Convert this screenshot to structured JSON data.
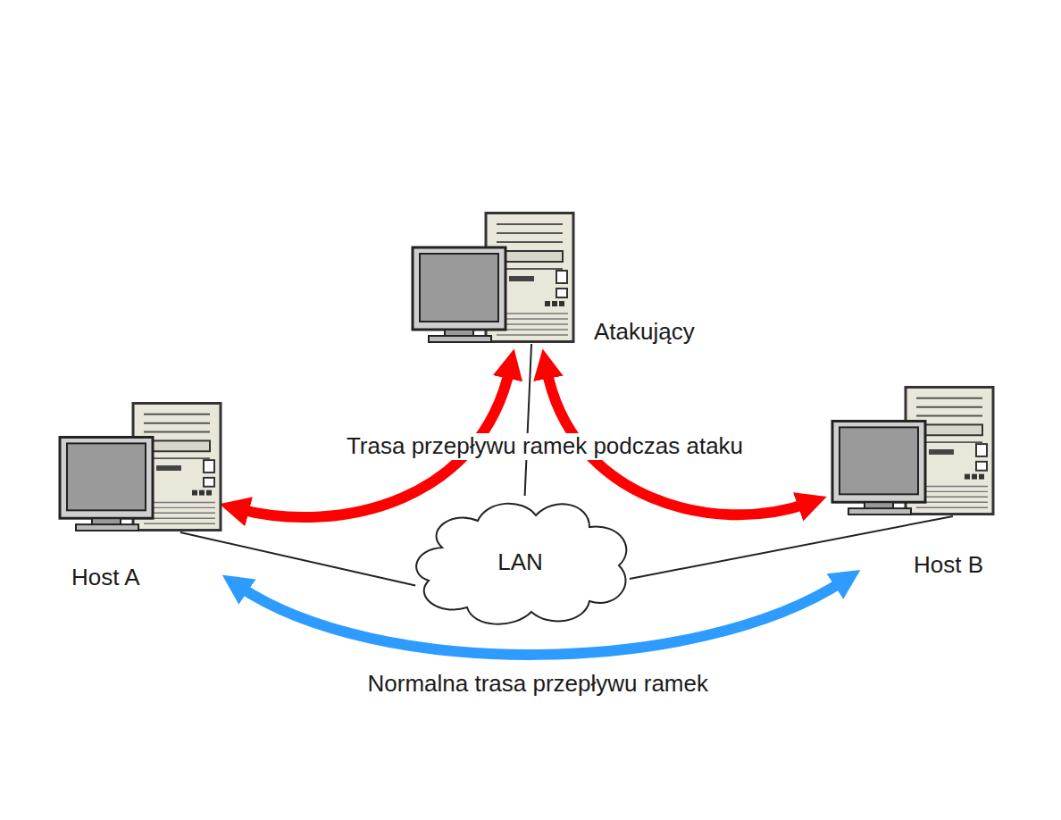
{
  "diagram": {
    "nodes": [
      {
        "text": [
          "Atakujący"
        ]
      },
      {
        "text": [
          "Host A"
        ]
      },
      {
        "text": [
          "LAN"
        ]
      },
      {
        "text": [
          "Host B"
        ]
      }
    ],
    "edges": [
      {
        "from": 0,
        "to": 2,
        "arrow": "none"
      },
      {
        "from": 1,
        "to": 2,
        "arrow": "none"
      },
      {
        "from": 3,
        "to": 2,
        "arrow": "none"
      },
      {
        "from": 1,
        "to": 0,
        "arrow": "both"
      },
      {
        "from": 0,
        "to": 3,
        "arrow": "both"
      },
      {
        "from": 1,
        "to": 3,
        "arrow": "both",
        "label": "Normalna trasa przepływu ramek"
      }
    ],
    "labels": [
      "Trasa przepływu ramek podczas ataku"
    ]
  }
}
